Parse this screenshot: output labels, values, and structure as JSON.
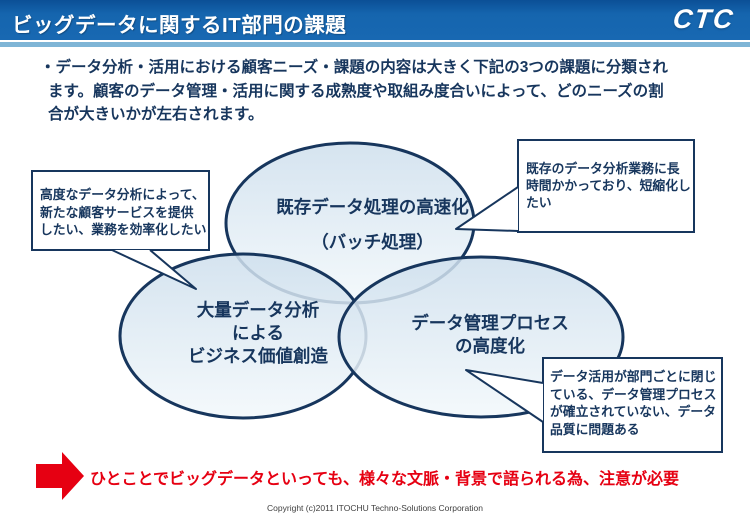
{
  "slide": {
    "header": {
      "title": "ビッグデータに関するIT部門の課題",
      "logo_text": "CTC"
    },
    "intro_lines": [
      "・データ分析・活用における顧客ニーズ・課題の内容は大きく下記の3つの課題に分類され",
      "ます。顧客のデータ管理・活用に関する成熟度や取組み度合いによって、どのニーズの割",
      "合が大きいかが左右されます。"
    ],
    "venn": {
      "top_ellipse": {
        "line1": "既存データ処理の高速化",
        "line2": "（バッチ処理）"
      },
      "left_ellipse": {
        "line1": "大量データ分析",
        "line2": "による",
        "line3": "ビジネス価値創造"
      },
      "right_ellipse": {
        "line1": "データ管理プロセス",
        "line2": "の高度化"
      }
    },
    "callouts": {
      "left": {
        "line1": "高度なデータ分析によって、",
        "line2": "新たな顧客サービスを提供",
        "line3": "したい、業務を効率化したい"
      },
      "top_right": {
        "line1": "既存のデータ分析業務に長",
        "line2": "時間かかっており、短縮化し",
        "line3": "たい"
      },
      "bottom_right": {
        "line1": "データ活用が部門ごとに閉じ",
        "line2": "ている、データ管理プロセス",
        "line3": "が確立されていない、データ",
        "line4": "品質に問題ある"
      }
    },
    "conclusion": {
      "text": "ひとことでビッグデータといっても、様々な文脈・背景で語られる為、注意が必要"
    },
    "footer": {
      "copyright": "Copyright (c)2011 ITOCHU Techno-Solutions Corporation"
    },
    "colors": {
      "header_blue": "#1565ae",
      "underline_blue": "#7fb5d6",
      "navy": "#17365d",
      "red": "#e60012",
      "ellipse_fill_top": "#cedfed",
      "ellipse_fill_bottom": "#f2f8fb",
      "callout_bg": "#ffffff"
    }
  }
}
